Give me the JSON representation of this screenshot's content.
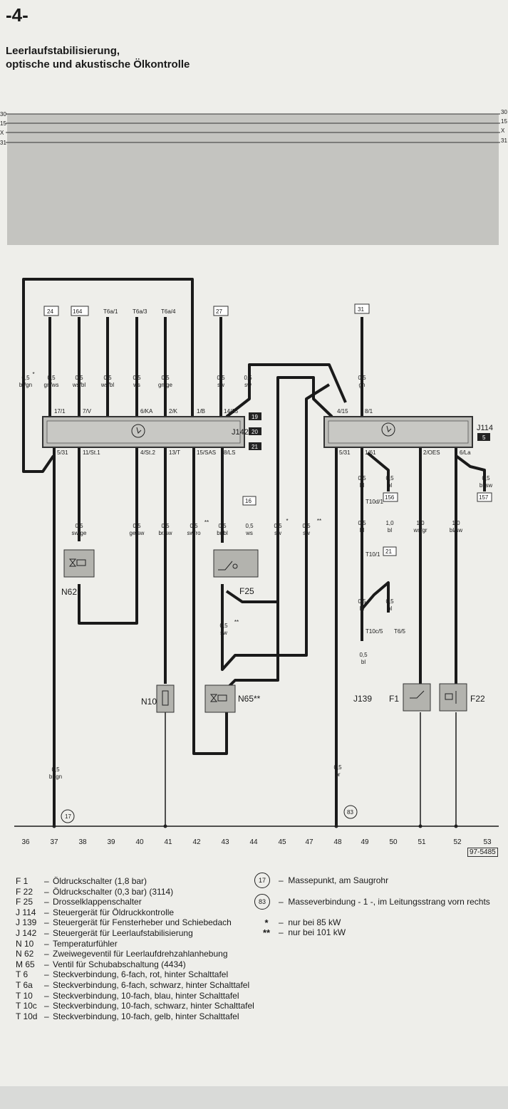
{
  "page_number": "-4-",
  "title_line1": "Leerlaufstabilisierung,",
  "title_line2": "optische und akustische Ölkontrolle",
  "bus_labels": [
    "30",
    "15",
    "X",
    "31"
  ],
  "connector_boxes_top": [
    "24",
    "164",
    "T6a/1",
    "T6a/3",
    "T6a/4",
    "27",
    "31"
  ],
  "ecu_left": {
    "name": "J142",
    "badges": [
      "19",
      "20",
      "21"
    ]
  },
  "ecu_right": {
    "name": "J114",
    "badges": [
      "5"
    ]
  },
  "top_pins_left": [
    "17/1",
    "7/V",
    "6/KA",
    "2/K",
    "1/B",
    "14/15"
  ],
  "top_pins_right": [
    "4/15",
    "8/1"
  ],
  "bottom_pins_left": [
    "5/31",
    "11/St.1",
    "4/St.2",
    "13/T",
    "15/SAS",
    "8/LS"
  ],
  "bottom_pins_right": [
    "5/31",
    "1/61",
    "2/OES",
    "6/La"
  ],
  "wire_labels": [
    {
      "size": "0,5",
      "color": "br/gn",
      "mark": "*"
    },
    {
      "size": "0,5",
      "color": "gn/ws"
    },
    {
      "size": "0,5",
      "color": "ws/bl"
    },
    {
      "size": "0,5",
      "color": "ws/bl"
    },
    {
      "size": "0,5",
      "color": "ws"
    },
    {
      "size": "0,5",
      "color": "gn/ge"
    },
    {
      "size": "0,5",
      "color": "sw"
    },
    {
      "size": "0,5",
      "color": "sw"
    },
    {
      "size": "0,5",
      "color": "gn"
    },
    {
      "size": "0,5",
      "color": "sw/ge"
    },
    {
      "size": "0,5",
      "color": "ge/sw"
    },
    {
      "size": "0,5",
      "color": "br/sw"
    },
    {
      "size": "0,5",
      "color": "sw/ro",
      "mark": "**"
    },
    {
      "size": "0,5",
      "color": "br/bl"
    },
    {
      "size": "0,5",
      "color": "ws"
    },
    {
      "size": "0,5",
      "color": "sw",
      "mark": "*"
    },
    {
      "size": "0,5",
      "color": "sw",
      "mark": "**"
    },
    {
      "size": "0,5",
      "color": "bl"
    },
    {
      "size": "0,5",
      "color": "bl"
    },
    {
      "size": "1,0",
      "color": "ws/gr"
    },
    {
      "size": "1,0",
      "color": "bl/sw"
    },
    {
      "size": "0,5",
      "color": "bl/sw"
    },
    {
      "size": "0,5",
      "color": "bl"
    },
    {
      "size": "1,0",
      "color": "bl"
    },
    {
      "size": "0,5",
      "color": "bl"
    },
    {
      "size": "0,5",
      "color": "bl"
    },
    {
      "size": "0,5",
      "color": "bl"
    },
    {
      "size": "0,5",
      "color": "sw",
      "mark": "**"
    },
    {
      "size": "0,5",
      "color": "br/gn"
    },
    {
      "size": "0,5",
      "color": "br"
    }
  ],
  "mid_boxes": [
    "16",
    "156",
    "21",
    "157"
  ],
  "connectors": [
    "T10d/1",
    "T10/1",
    "T10c/5",
    "T6/5"
  ],
  "components": [
    "N62",
    "F25",
    "N10",
    "N65**",
    "J139",
    "F1",
    "F22"
  ],
  "ground_points": [
    "17",
    "83"
  ],
  "current_track": [
    "36",
    "37",
    "38",
    "39",
    "40",
    "41",
    "42",
    "43",
    "44",
    "45",
    "47",
    "48",
    "49",
    "50",
    "51",
    "52",
    "53"
  ],
  "ref_number": "97-5485",
  "legend": [
    {
      "code": "F 1",
      "text": "Öldruckschalter (1,8 bar)"
    },
    {
      "code": "F 22",
      "text": "Öldruckschalter (0,3 bar) (3114)"
    },
    {
      "code": "F 25",
      "text": "Drosselklappenschalter"
    },
    {
      "code": "J 114",
      "text": "Steuergerät für Öldruckkontrolle"
    },
    {
      "code": "J 139",
      "text": "Steuergerät für Fensterheber und Schiebedach"
    },
    {
      "code": "J 142",
      "text": "Steuergerät für Leerlaufstabilisierung"
    },
    {
      "code": "N 10",
      "text": "Temperaturfühler"
    },
    {
      "code": "N 62",
      "text": "Zweiwegeventil für Leerlaufdrehzahlanhebung"
    },
    {
      "code": "M 65",
      "text": "Ventil für Schubabschaltung (4434)"
    },
    {
      "code": "T 6",
      "text": "Steckverbindung, 6-fach, rot, hinter Schalttafel"
    },
    {
      "code": "T 6a",
      "text": "Steckverbindung, 6-fach, schwarz, hinter Schalttafel"
    },
    {
      "code": "T 10",
      "text": "Steckverbindung, 10-fach, blau, hinter Schalttafel"
    },
    {
      "code": "T 10c",
      "text": "Steckverbindung, 10-fach, schwarz, hinter Schalttafel"
    },
    {
      "code": "T 10d",
      "text": "Steckverbindung, 10-fach, gelb, hinter Schalttafel"
    }
  ],
  "legend_right": [
    {
      "symbol": "17",
      "text": "Massepunkt, am Saugrohr"
    },
    {
      "symbol": "83",
      "text": "Masseverbindung - 1 -, im Leitungsstrang vorn rechts"
    },
    {
      "symbol": "*",
      "text": "nur bei 85 kW"
    },
    {
      "symbol": "**",
      "text": "nur bei 101 kW"
    }
  ]
}
